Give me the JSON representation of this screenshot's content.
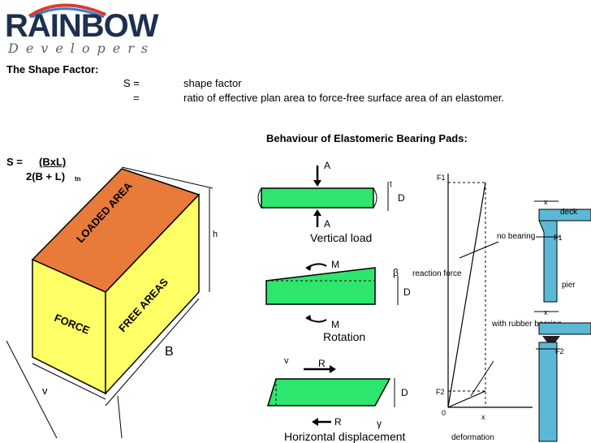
{
  "logo": {
    "name": "RAINBOW",
    "sub": "Developers"
  },
  "shape_factor": {
    "heading": "The Shape Factor:",
    "s_eq": "S =",
    "s_def": "shape factor",
    "eq2": "=",
    "ratio_def": "ratio of effective plan area to force-free surface area of an elastomer."
  },
  "formula": {
    "lhs": "S =",
    "numerator": "(BxL)",
    "denominator": "2(B + L)",
    "subscript": "tn"
  },
  "behaviour_title": "Behaviour of Elastomeric Bearing Pads:",
  "block": {
    "top": "LOADED AREA",
    "front": "FORCE",
    "side": "FREE AREAS",
    "dim_b": "B",
    "dim_v": "v",
    "dim_h": "h"
  },
  "pads": {
    "vertical": {
      "label": "Vertical load",
      "a_top": "A",
      "a_bottom": "A",
      "d": "D",
      "t": "t"
    },
    "rotation": {
      "label": "Rotation",
      "m_top": "M",
      "m_bottom": "M",
      "beta": "β",
      "d": "D"
    },
    "horizontal": {
      "label": "Horizontal displacement",
      "r_top": "R",
      "r_bottom": "R",
      "gamma": "γ",
      "d": "D",
      "v": "v"
    }
  },
  "graph": {
    "y_label": "reaction force",
    "x_label": "deformation",
    "x": "x",
    "zero": "0",
    "f1": "F1",
    "f2": "F2",
    "no_bearing": "no bearing",
    "with_rubber": "with rubber bearing"
  },
  "details": {
    "deck": "deck",
    "pier": "pier",
    "f1": "F1",
    "f2": "F2",
    "x": "x"
  },
  "colors": {
    "loaded": "#e87a3a",
    "faces": "#ffff66",
    "pad": "#2ee56e",
    "logo": "#1d3050"
  }
}
